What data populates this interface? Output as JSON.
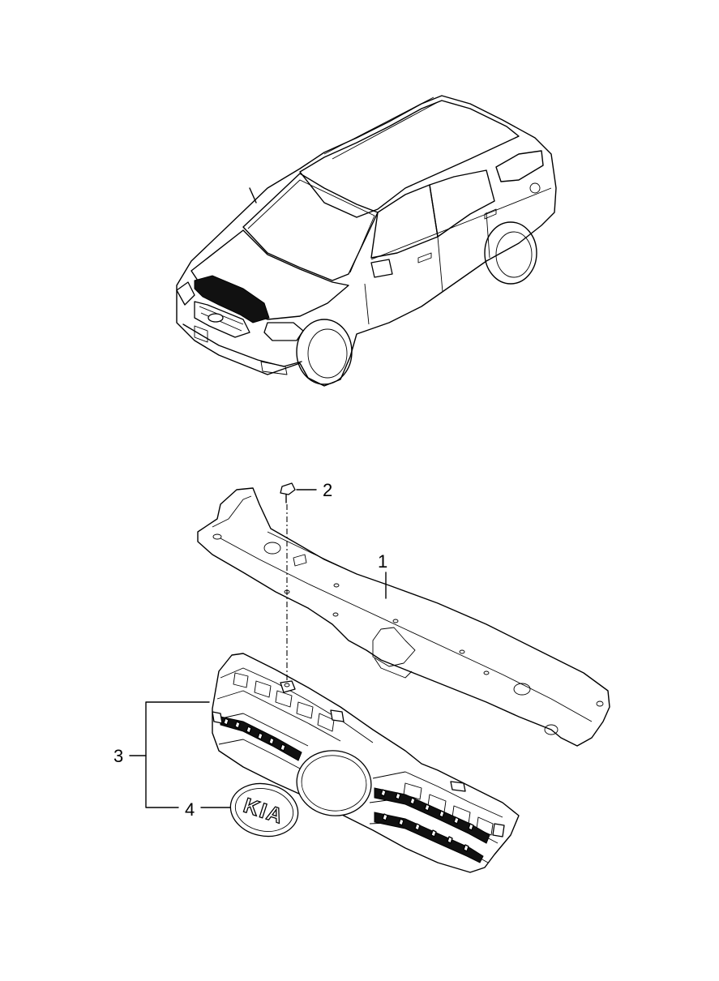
{
  "parts": [
    {
      "callout": "1",
      "name": "cowl-cover-panel"
    },
    {
      "callout": "2",
      "name": "clip-fastener"
    },
    {
      "callout": "3",
      "name": "radiator-grille-assembly"
    },
    {
      "callout": "4",
      "name": "emblem"
    }
  ],
  "emblem_text": "KIA",
  "colors": {
    "line": "#000000",
    "background": "#ffffff",
    "highlight": "#111111"
  }
}
